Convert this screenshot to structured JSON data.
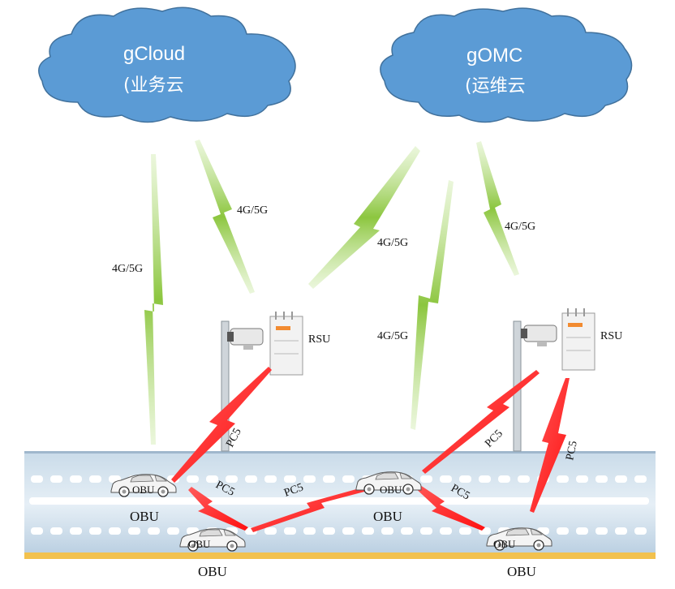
{
  "clouds": {
    "left": {
      "title": "gCloud",
      "subtitle": "(业务云"
    },
    "right": {
      "title": "gOMC",
      "subtitle": "(运维云"
    }
  },
  "links": {
    "cellular_1": "4G/5G",
    "cellular_2": "4G/5G",
    "cellular_3": "4G/5G",
    "cellular_4": "4G/5G",
    "cellular_5": "4G/5G",
    "pc5_1": "PC5",
    "pc5_2": "PC5",
    "pc5_3": "PC5",
    "pc5_4": "PC5",
    "pc5_5": "PC5",
    "pc5_6": "PC5"
  },
  "rsu": {
    "left_label": "RSU",
    "right_label": "RSU"
  },
  "obu": {
    "car1_badge": "OBU",
    "car1_label": "OBU",
    "car2_badge": "OBU",
    "car2_label": "OBU",
    "car3_badge": "OBU",
    "car3_label": "OBU",
    "car4_badge": "OBU",
    "car4_label": "OBU"
  },
  "colors": {
    "cloud_fill": "#5b9bd5",
    "cloud_stroke": "#41719c",
    "cellular_link": "#92d050",
    "pc5_link": "#ff2020",
    "road_edge": "#f2c14e"
  }
}
